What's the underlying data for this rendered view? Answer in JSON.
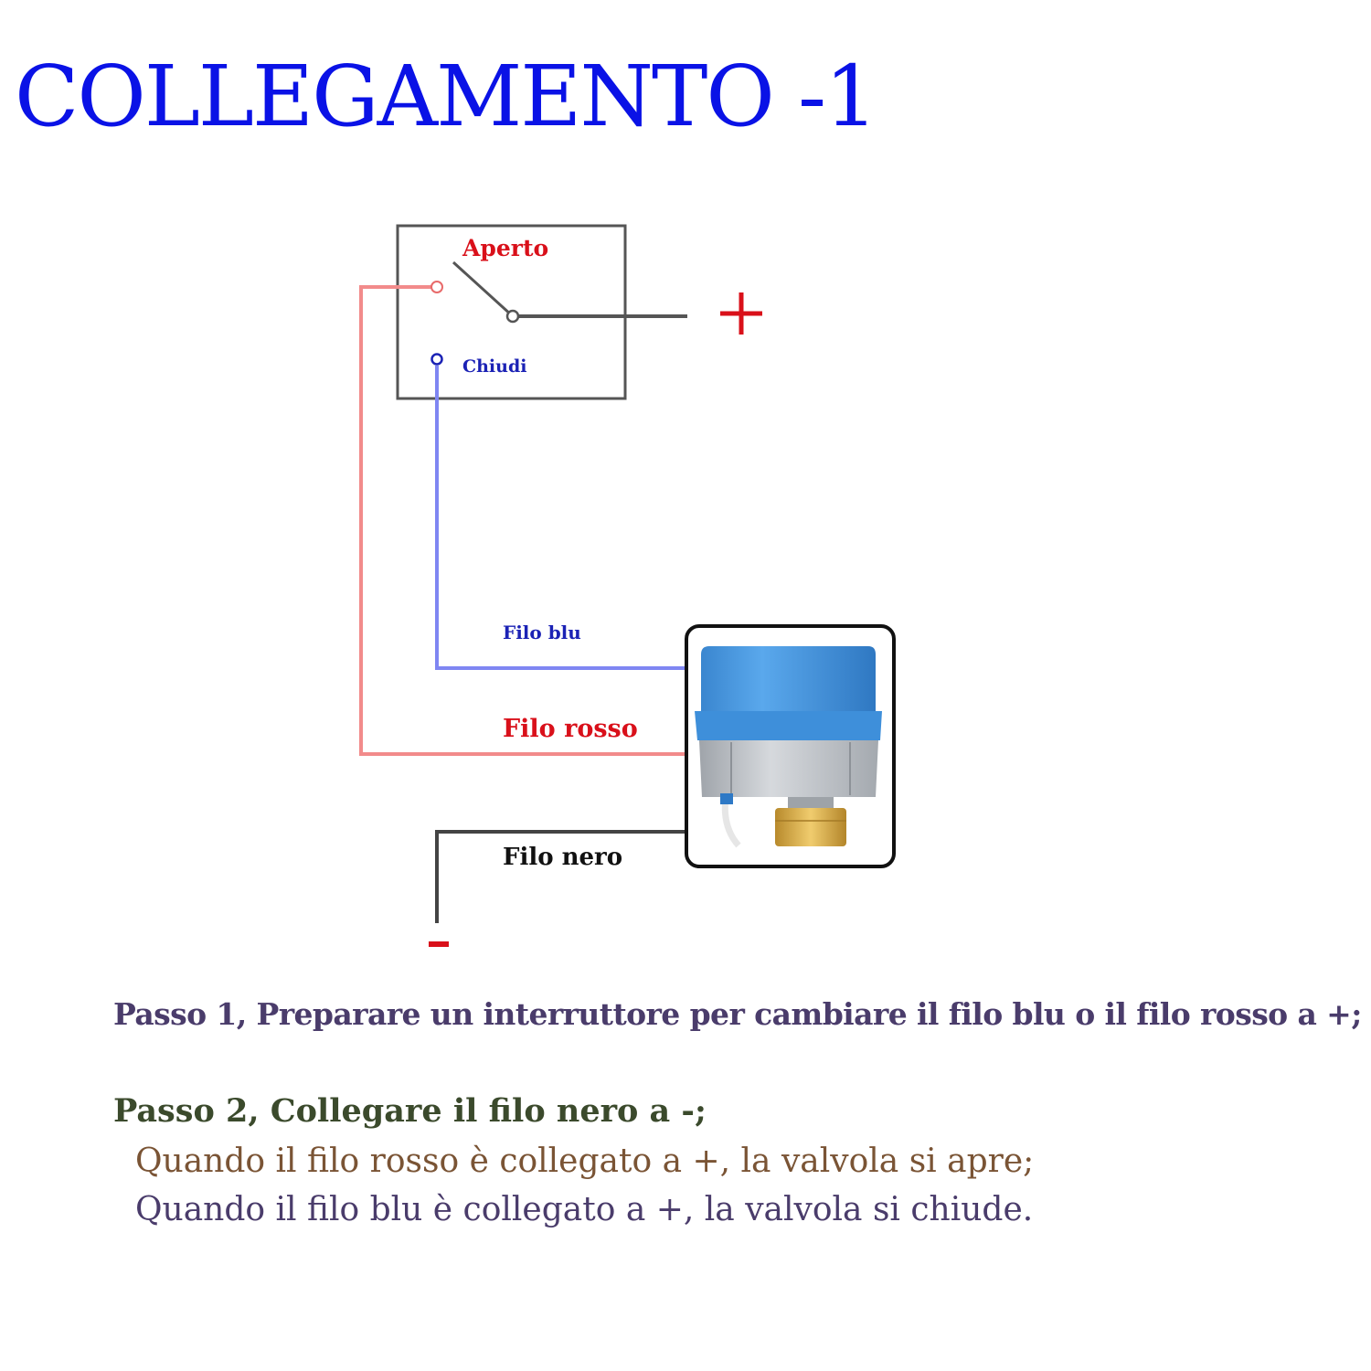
{
  "title": "COLLEGAMENTO -1",
  "diagram": {
    "switch_open_label": "Aperto",
    "switch_close_label": "Chiudi",
    "plus_symbol": "+",
    "minus_symbol": "-",
    "blue_wire_label": "Filo blu",
    "red_wire_label": "Filo rosso",
    "black_wire_label": "Filo nero",
    "colors": {
      "red_wire": "#f28b8b",
      "blue_wire": "#7f86f2",
      "black_wire": "#444444",
      "label_red": "#d9101a",
      "label_blue": "#1b22b5",
      "actuator_blue": "#3d8fd6",
      "actuator_body": "#b9bdc2",
      "brass": "#d3a642"
    }
  },
  "instructions": {
    "step1": "Passo 1, Preparare un interruttore per cambiare il filo blu o il filo rosso a +;",
    "step2": "Passo 2, Collegare il filo nero a -;",
    "note_red": "Quando il filo rosso è collegato a +, la valvola si apre;",
    "note_blue": "Quando il filo blu è collegato a +, la valvola si chiude."
  }
}
